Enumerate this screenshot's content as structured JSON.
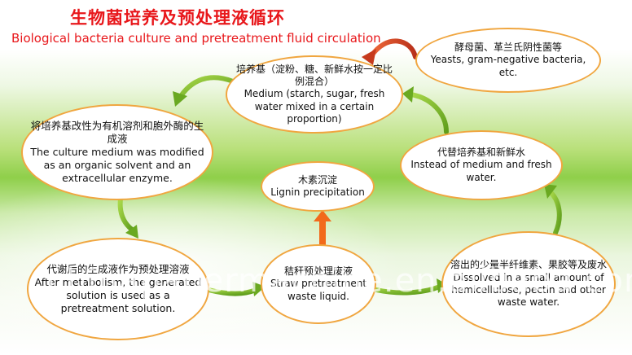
{
  "title": {
    "cn": "生物菌培养及预处理液循环",
    "en": "Biological bacteria culture and pretreatment fluid circulation"
  },
  "nodes": {
    "medium": {
      "cn": "培养基（淀粉、糖、新鲜水按一定比例混合）",
      "en": "Medium (starch, sugar, fresh water mixed in a certain proportion)"
    },
    "yeasts": {
      "cn": "酵母菌、革兰氏阴性菌等",
      "en": "Yeasts, gram-negative bacteria, etc."
    },
    "modified": {
      "cn": "将培养基改性为有机溶剂和胞外酶的生成液",
      "en": "The culture medium was modified as an organic solvent and an extracellular enzyme."
    },
    "instead": {
      "cn": "代替培养基和新鲜水",
      "en": "Instead of medium and fresh water."
    },
    "lignin": {
      "cn": "木素沉淀",
      "en": "Lignin precipitation"
    },
    "after": {
      "cn": "代谢后的生成液作为预处理溶液",
      "en": "After metabolism, the generated solution is used as a pretreatment solution."
    },
    "straw": {
      "cn": "秸秆预处理废液",
      "en": "Straw pretreatment waste liquid."
    },
    "dissolved": {
      "cn": "溶出的少量半纤维素、果胶等及废水",
      "en": "Dissolved in a small amount of hemicellulose, pectin and other waste water."
    }
  },
  "watermark": "chinapapermachine.en.alibaba.com",
  "colors": {
    "title": "#e8171b",
    "node_border": "#f0a640",
    "arrow_green": "#7fbf2a",
    "arrow_red": "#d9461f",
    "arrow_orange": "#f26a1b"
  }
}
